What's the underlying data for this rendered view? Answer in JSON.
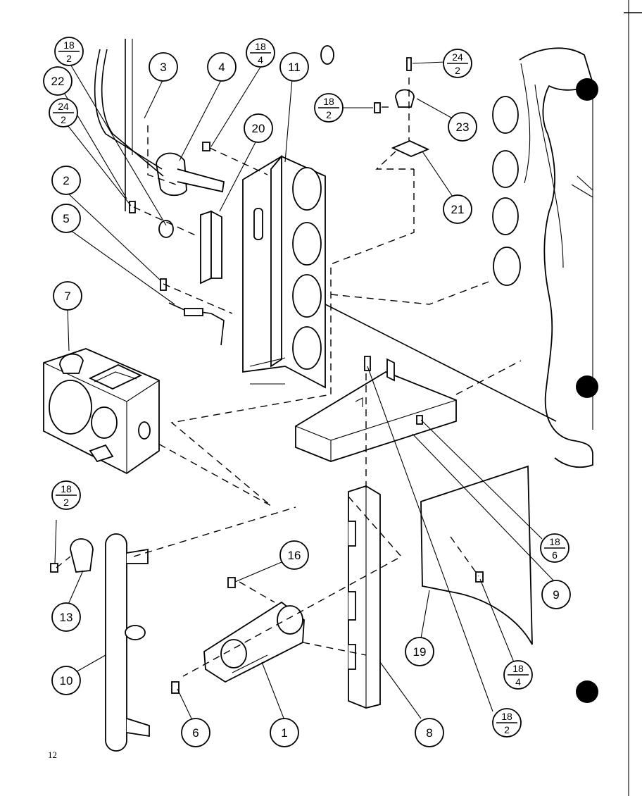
{
  "page": {
    "number": "12"
  },
  "callouts": [
    {
      "id": "c1",
      "label": "1"
    },
    {
      "id": "c2",
      "label": "2"
    },
    {
      "id": "c3",
      "label": "3"
    },
    {
      "id": "c4",
      "label": "4"
    },
    {
      "id": "c5",
      "label": "5"
    },
    {
      "id": "c6",
      "label": "6"
    },
    {
      "id": "c7",
      "label": "7"
    },
    {
      "id": "c8",
      "label": "8"
    },
    {
      "id": "c9",
      "label": "9"
    },
    {
      "id": "c10",
      "label": "10"
    },
    {
      "id": "c11",
      "label": "11"
    },
    {
      "id": "c13",
      "label": "13"
    },
    {
      "id": "c16",
      "label": "16"
    },
    {
      "id": "c19",
      "label": "19"
    },
    {
      "id": "c20",
      "label": "20"
    },
    {
      "id": "c21",
      "label": "21"
    },
    {
      "id": "c22",
      "label": "22"
    },
    {
      "id": "c23",
      "label": "23"
    }
  ],
  "fractions": [
    {
      "id": "f1",
      "top": "18",
      "bottom": "2"
    },
    {
      "id": "f2",
      "top": "24",
      "bottom": "2"
    },
    {
      "id": "f3",
      "top": "18",
      "bottom": "4"
    },
    {
      "id": "f4",
      "top": "18",
      "bottom": "2"
    },
    {
      "id": "f5",
      "top": "24",
      "bottom": "2"
    },
    {
      "id": "f6",
      "top": "18",
      "bottom": "2"
    },
    {
      "id": "f7",
      "top": "18",
      "bottom": "6"
    },
    {
      "id": "f8",
      "top": "18",
      "bottom": "4"
    },
    {
      "id": "f9",
      "top": "18",
      "bottom": "2"
    }
  ]
}
